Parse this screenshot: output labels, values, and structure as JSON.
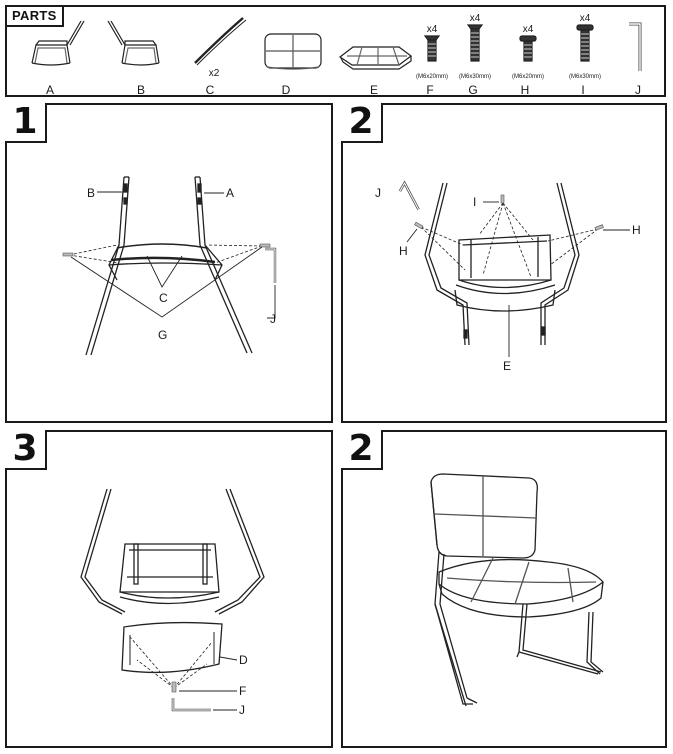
{
  "parts": {
    "title": "PARTS",
    "items": [
      {
        "letter": "A",
        "qty": "",
        "spec": ""
      },
      {
        "letter": "B",
        "qty": "",
        "spec": ""
      },
      {
        "letter": "C",
        "qty": "x2",
        "spec": ""
      },
      {
        "letter": "D",
        "qty": "",
        "spec": ""
      },
      {
        "letter": "E",
        "qty": "",
        "spec": ""
      },
      {
        "letter": "F",
        "qty": "x4",
        "spec": "(M6x20mm)"
      },
      {
        "letter": "G",
        "qty": "x4",
        "spec": "(M6x30mm)"
      },
      {
        "letter": "H",
        "qty": "x4",
        "spec": "(M6x20mm)"
      },
      {
        "letter": "I",
        "qty": "x4",
        "spec": "(M6x30mm)"
      },
      {
        "letter": "J",
        "qty": "",
        "spec": ""
      }
    ]
  },
  "steps": [
    {
      "number": "1",
      "callouts": {
        "b": "B",
        "a": "A",
        "c": "C",
        "g": "G",
        "j": "J"
      }
    },
    {
      "number": "2",
      "callouts": {
        "j": "J",
        "i": "I",
        "h_left": "H",
        "h_right": "H",
        "e": "E"
      }
    },
    {
      "number": "3",
      "callouts": {
        "d": "D",
        "f": "F",
        "j": "J"
      }
    },
    {
      "number": "2",
      "callouts": {}
    }
  ]
}
